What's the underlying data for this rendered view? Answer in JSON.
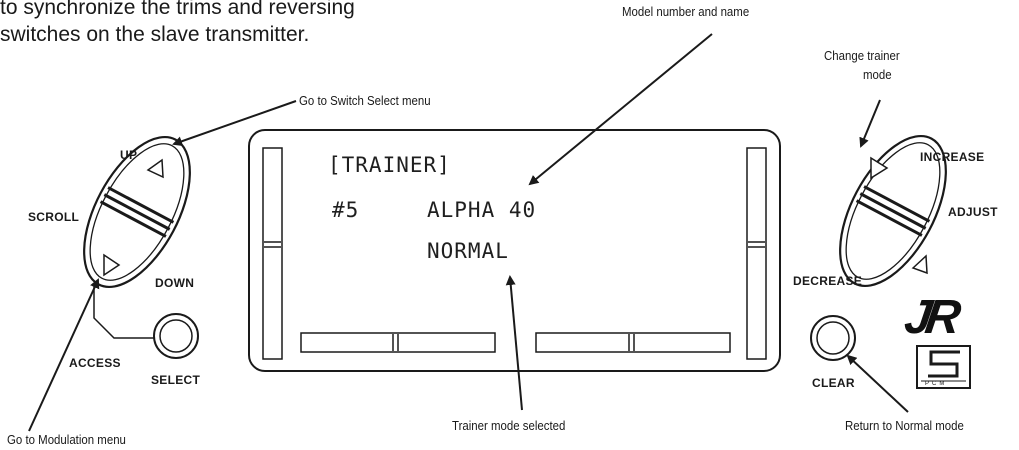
{
  "intro_lines": [
    "to synchronize the trims and reversing",
    "switches on the slave transmitter."
  ],
  "callouts": {
    "model": "Model number and name",
    "switch_select": "Go to Switch Select menu",
    "change_mode_1": "Change trainer",
    "change_mode_2": "mode",
    "trainer_selected": "Trainer mode selected",
    "modulation": "Go to Modulation menu",
    "normal": "Return to Normal mode"
  },
  "keys": {
    "up": "UP",
    "scroll": "SCROLL",
    "down": "DOWN",
    "access": "ACCESS",
    "select": "SELECT",
    "increase": "INCREASE",
    "adjust": "ADJUST",
    "decrease": "DECREASE",
    "clear": "CLEAR"
  },
  "lcd": {
    "title": "[TRAINER]",
    "model_no": "#5",
    "model_name": "ALPHA 40",
    "mode": "NORMAL"
  },
  "brand": {
    "logo": "JR",
    "pcm_badge": "PCM"
  },
  "icons": [
    "scroll-rocker-icon",
    "adjust-rocker-icon",
    "select-button-icon",
    "clear-button-icon",
    "pcm-badge-icon"
  ]
}
